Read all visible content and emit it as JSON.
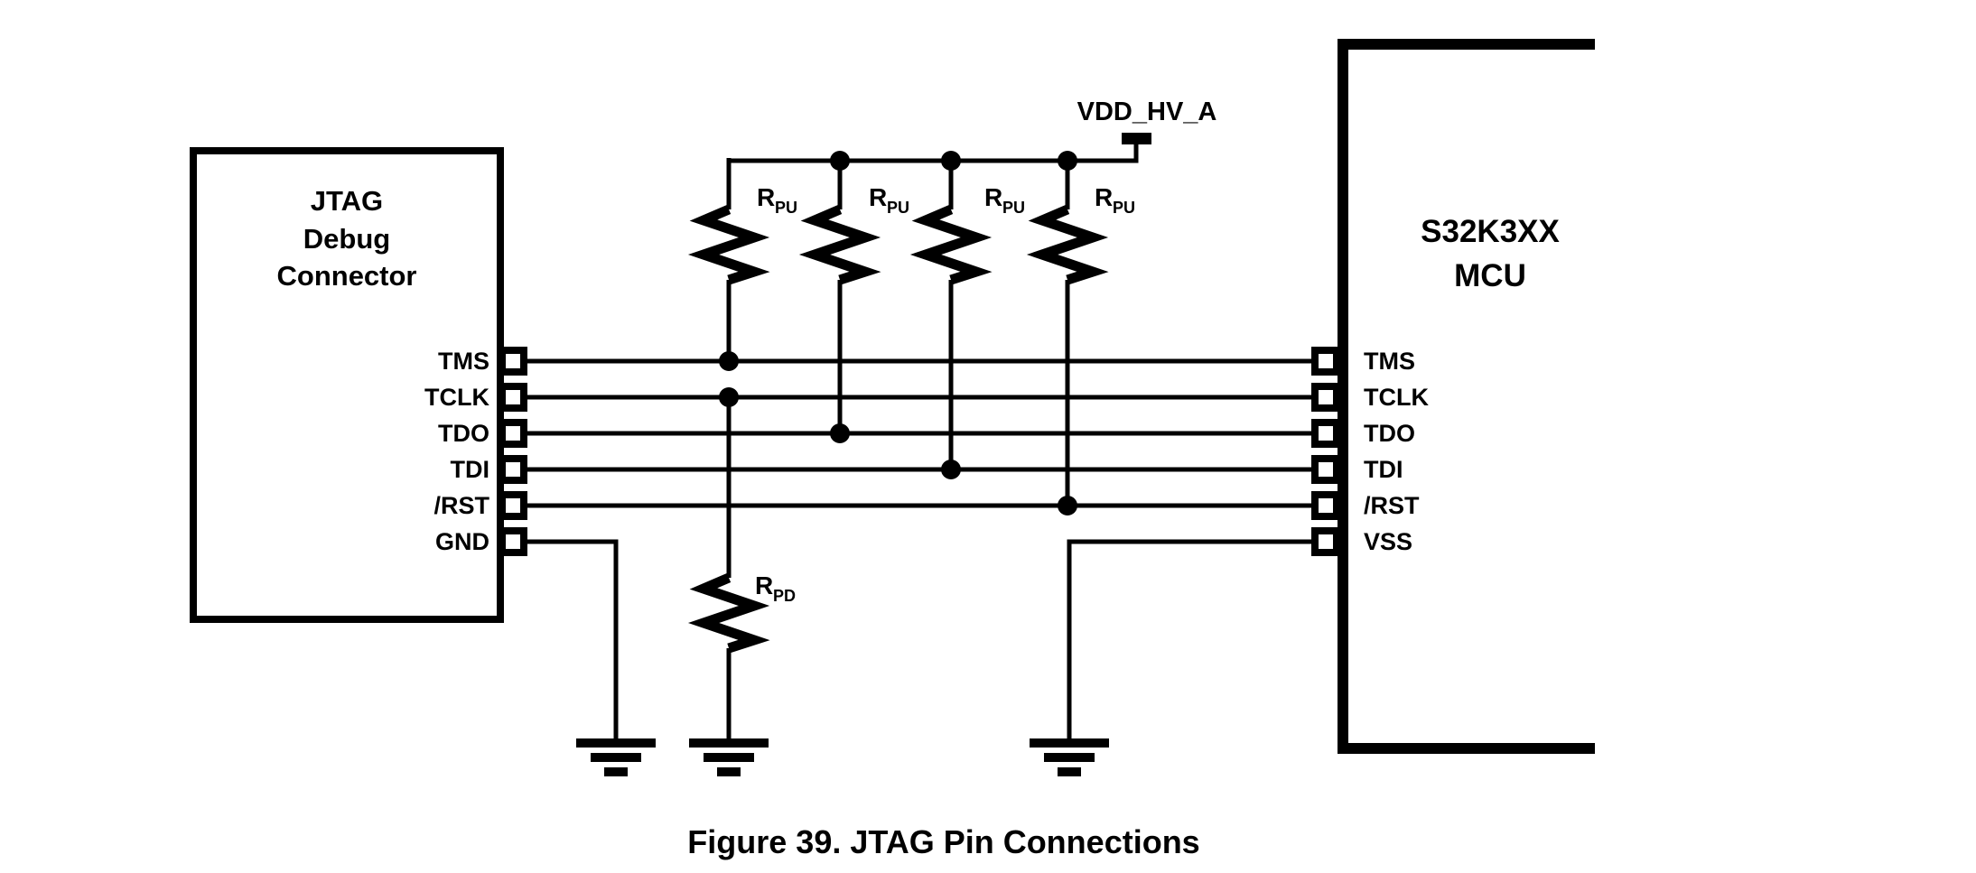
{
  "diagram": {
    "caption": "Figure 39. JTAG Pin Connections",
    "power_net": "VDD_HV_A",
    "left_box": {
      "title_lines": [
        "JTAG",
        "Debug",
        "Connector"
      ],
      "pins": [
        "TMS",
        "TCLK",
        "TDO",
        "TDI",
        "/RST",
        "GND"
      ]
    },
    "right_box": {
      "title_lines": [
        "S32K3XX",
        "MCU"
      ],
      "pins": [
        "TMS",
        "TCLK",
        "TDO",
        "TDI",
        "/RST",
        "VSS"
      ]
    },
    "resistors": {
      "pullup": {
        "main": "R",
        "sub": "PU"
      },
      "pulldown": {
        "main": "R",
        "sub": "PD"
      }
    },
    "colors": {
      "ink": "#000000",
      "background": "#ffffff"
    }
  }
}
